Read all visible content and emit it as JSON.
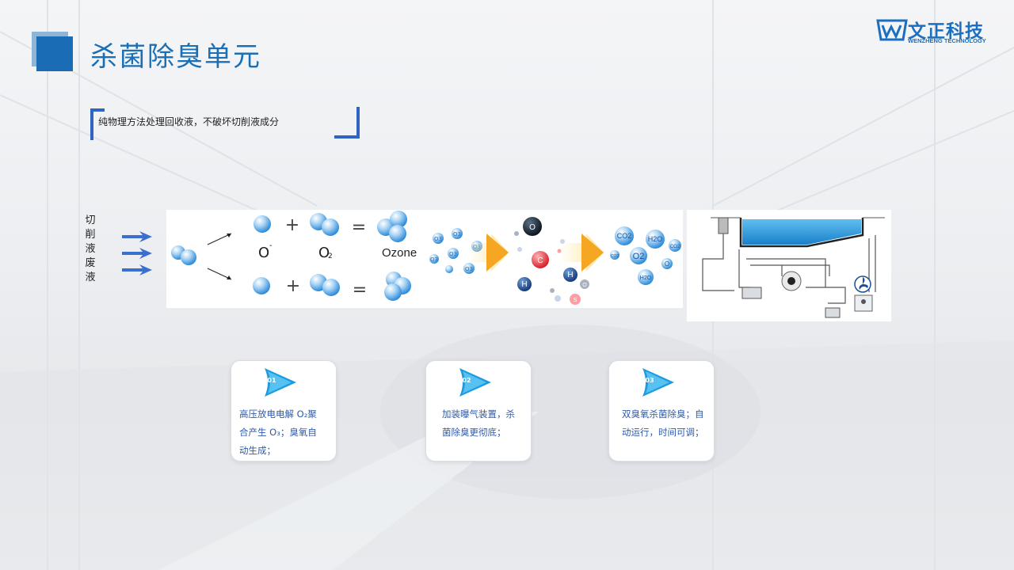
{
  "header": {
    "title": "杀菌除臭单元",
    "logo_name": "文正科技",
    "logo_sub": "WENZHENG TECHNOLOGY"
  },
  "subtitle": "纯物理方法处理回收液，不破坏切削液成分",
  "input_label": [
    "切",
    "削",
    "液",
    "废",
    "液"
  ],
  "diagram": {
    "o_minus": "O",
    "o_minus_sup": "-",
    "o2": "O",
    "o2_sub": "2",
    "ozone": "Ozone",
    "plus": "+",
    "equals": "=",
    "mol_o3": "O3",
    "atom_o": "O",
    "atom_c": "C",
    "atom_h": "H",
    "atom_s": "S",
    "prod_co2": "CO2",
    "prod_h2o": "H2O",
    "prod_o2": "O2",
    "prod_o": "O"
  },
  "cards": [
    {
      "num": "01",
      "line1": "高压放电电解 O₂聚",
      "line2": "合产生 O₃；臭氧自",
      "line3": "动生成；"
    },
    {
      "num": "02",
      "line1": "加装曝气装置，杀",
      "line2": "菌除臭更彻底；",
      "line3": ""
    },
    {
      "num": "03",
      "line1": "双臭氧杀菌除臭；自",
      "line2": "动运行，时间可调；",
      "line3": ""
    }
  ],
  "colors": {
    "accent_blue": "#1b6fb5",
    "bracket_blue": "#2f63c4",
    "arrow_orange": "#f5a623",
    "card_text": "#2e5aa8"
  }
}
